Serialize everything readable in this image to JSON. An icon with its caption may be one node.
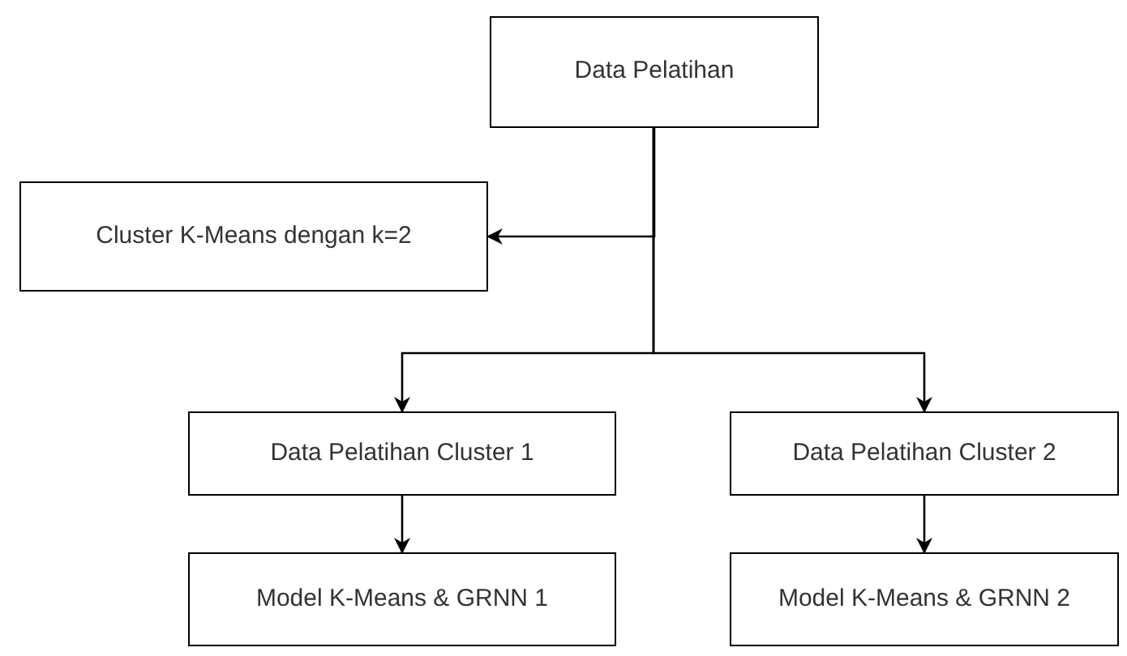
{
  "diagram": {
    "nodes": [
      {
        "text": [
          "Data Pelatihan"
        ]
      },
      {
        "text": [
          "Cluster K-Means dengan k=2"
        ]
      },
      {
        "text": [
          "Data Pelatihan Cluster 1"
        ]
      },
      {
        "text": [
          "Data Pelatihan Cluster 2"
        ]
      },
      {
        "text": [
          "Model K-Means & GRNN 1"
        ]
      },
      {
        "text": [
          "Model K-Means & GRNN 2"
        ]
      }
    ],
    "edges": [
      {
        "from": 0,
        "to": 1,
        "arrow": "to"
      },
      {
        "from": 0,
        "to": 2,
        "arrow": "to"
      },
      {
        "from": 0,
        "to": 3,
        "arrow": "to"
      },
      {
        "from": 2,
        "to": 4,
        "arrow": "to"
      },
      {
        "from": 3,
        "to": 5,
        "arrow": "to"
      }
    ]
  }
}
